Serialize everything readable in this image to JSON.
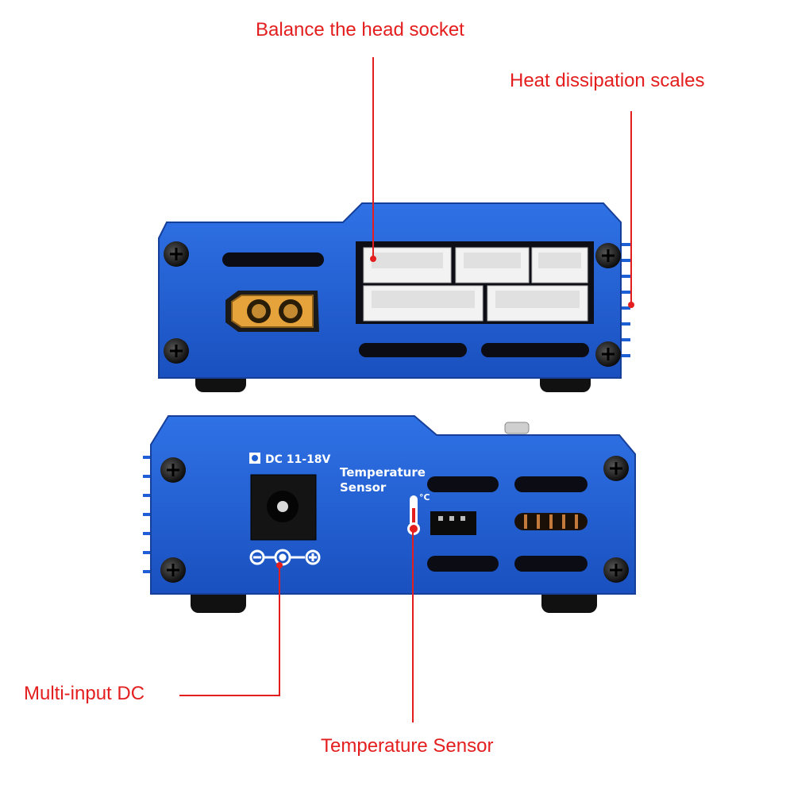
{
  "callouts": {
    "balance_socket": "Balance the head socket",
    "heat_dissipation": "Heat dissipation scales",
    "multi_input_dc": "Multi-input DC",
    "temperature_sensor": "Temperature Sensor"
  },
  "panel_labels": {
    "dc_input": "DC 11-18V",
    "temp_line1": "Temperature",
    "temp_line2": "Sensor",
    "celsius": "°C"
  },
  "colors": {
    "callout_red": "#e41e1e",
    "case_blue": "#1f5fd6",
    "case_blue_dark": "#163f99",
    "connector_yellow": "#e6a33c"
  }
}
